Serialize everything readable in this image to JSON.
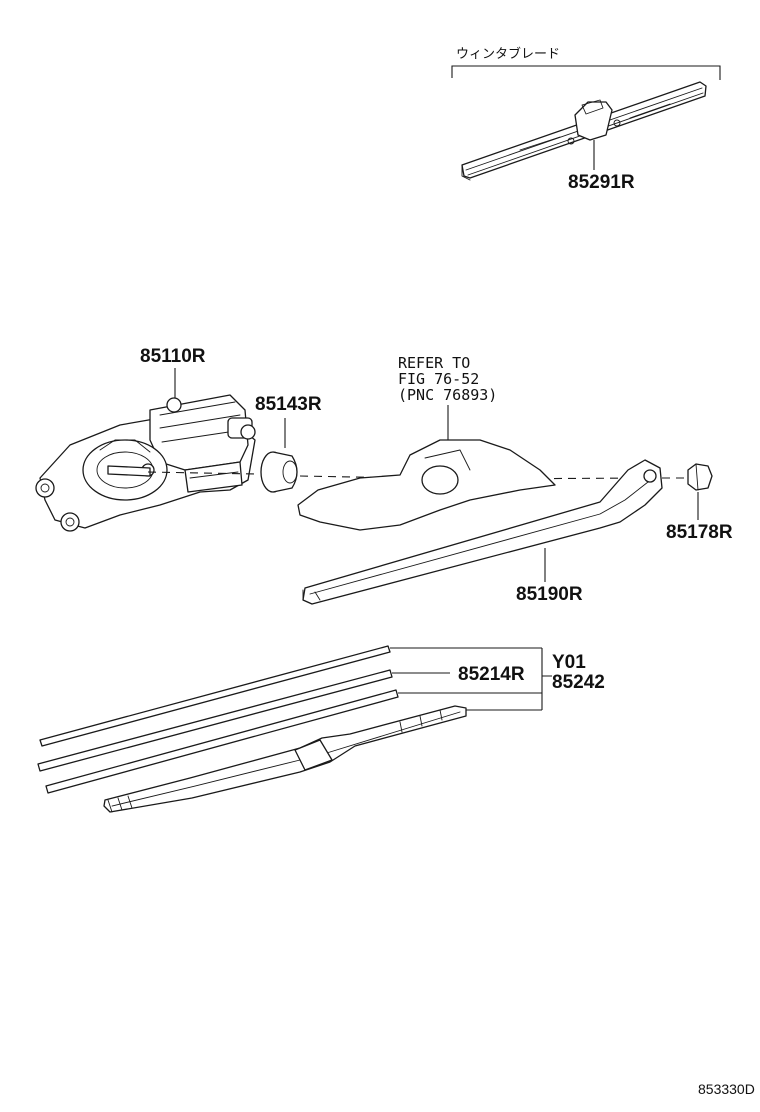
{
  "labels": {
    "wiper_blade_jp": "ウィンタブレード",
    "p85291": "85291R",
    "p85110": "85110R",
    "p85143": "85143R",
    "refer_line1": "REFER TO",
    "refer_line2": "FIG 76-52",
    "refer_line3": "(PNC 76893)",
    "p85178": "85178R",
    "p85190": "85190R",
    "y01": "Y01",
    "p85214": "85214R",
    "p85242": "85242",
    "figure_code": "853330D"
  }
}
